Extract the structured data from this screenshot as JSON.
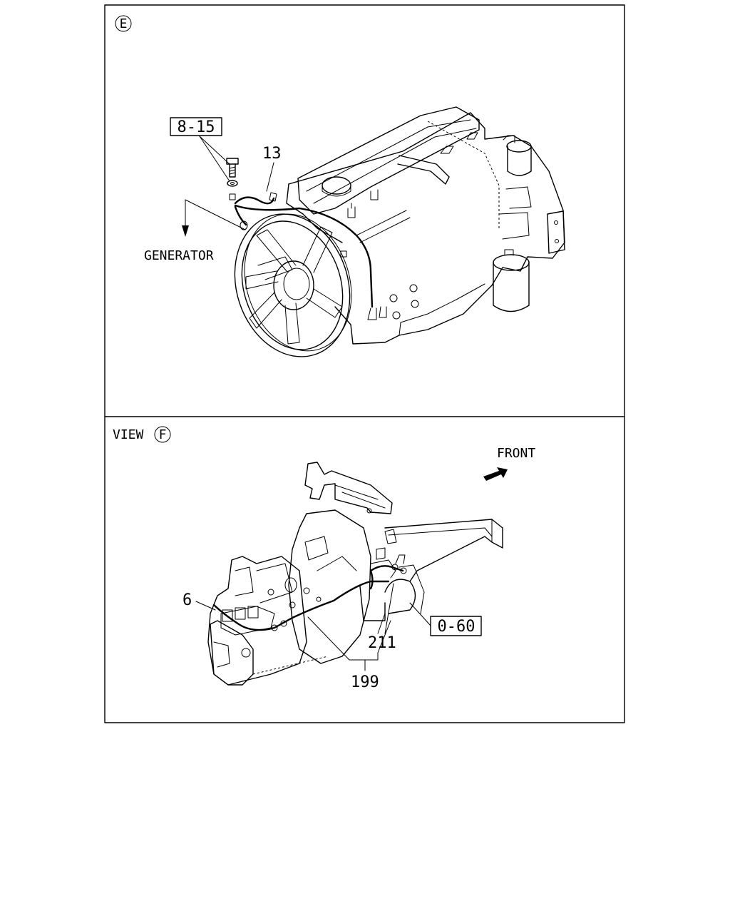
{
  "panel_top": {
    "view_letter": "E",
    "callouts": {
      "boxed_ref": "8-15",
      "part_13": "13",
      "generator": "GENERATOR"
    }
  },
  "panel_bottom": {
    "view_prefix": "VIEW",
    "view_letter": "F",
    "front_label": "FRONT",
    "callouts": {
      "part_6": "6",
      "part_211": "211",
      "part_199": "199",
      "boxed_ref": "0-60"
    }
  }
}
